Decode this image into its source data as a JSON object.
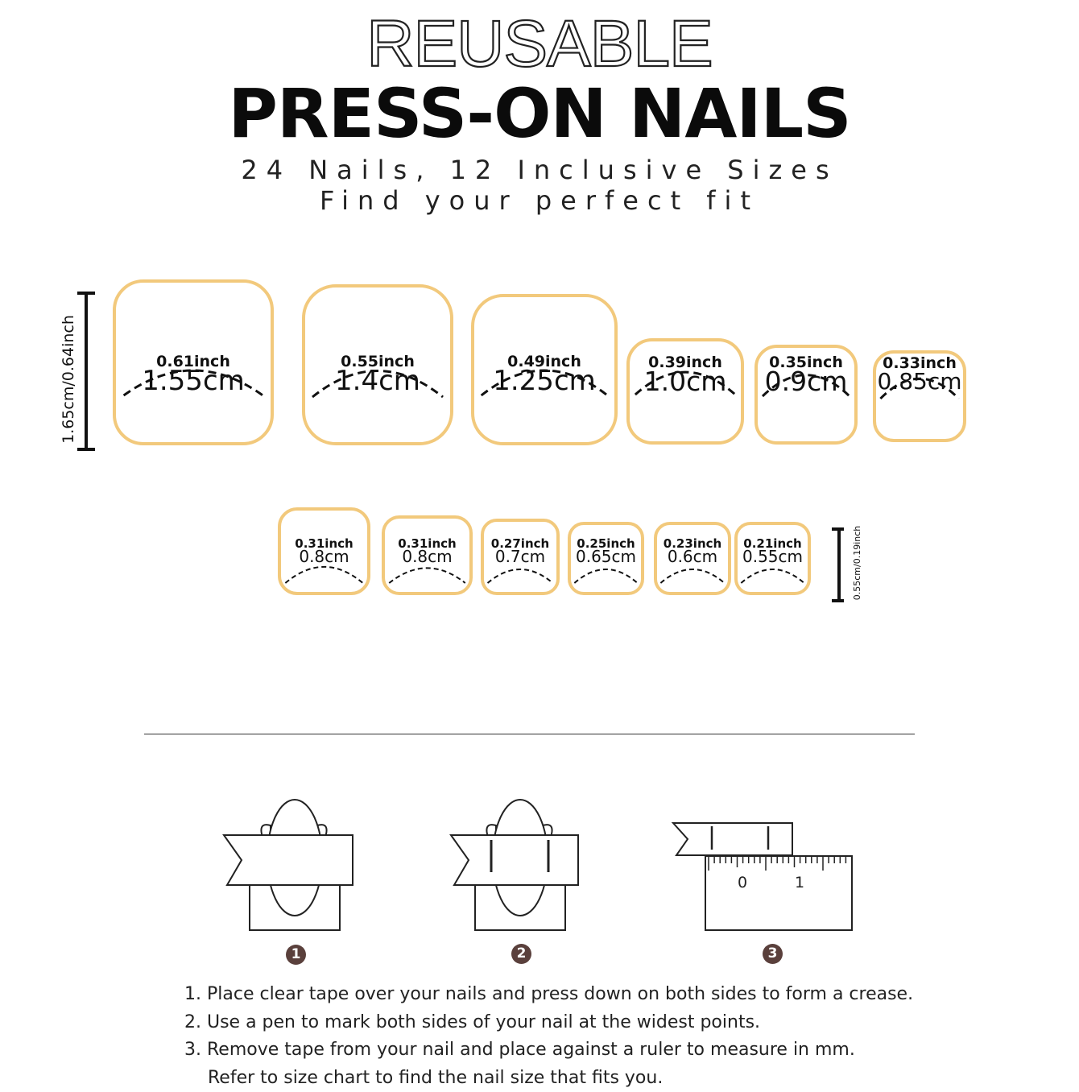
{
  "header": {
    "title_outline": "REUSABLE",
    "title_main": "PRESS-ON NAILS",
    "subtitle_line1": "24 Nails, 12 Inclusive Sizes",
    "subtitle_line2": "Find your perfect fit"
  },
  "size_chart": {
    "row1_height_label": "1.65cm/0.64inch",
    "row2_height_label": "0.55cm/0.19inch",
    "row1": [
      {
        "inch": "0.61inch",
        "cm": "1.55cm"
      },
      {
        "inch": "0.55inch",
        "cm": "1.4cm"
      },
      {
        "inch": "0.49inch",
        "cm": "1.25cm"
      },
      {
        "inch": "0.39inch",
        "cm": "1.0cm"
      },
      {
        "inch": "0.35inch",
        "cm": "0.9cm"
      },
      {
        "inch": "0.33inch",
        "cm": "0.85cm"
      }
    ],
    "row2": [
      {
        "inch": "0.31inch",
        "cm": "0.8cm"
      },
      {
        "inch": "0.31inch",
        "cm": "0.8cm"
      },
      {
        "inch": "0.27inch",
        "cm": "0.7cm"
      },
      {
        "inch": "0.25inch",
        "cm": "0.65cm"
      },
      {
        "inch": "0.23inch",
        "cm": "0.6cm"
      },
      {
        "inch": "0.21inch",
        "cm": "0.55cm"
      }
    ]
  },
  "illustration": {
    "badges": [
      "1",
      "2",
      "3"
    ],
    "ruler_labels": [
      "0",
      "1"
    ]
  },
  "colors": {
    "nail_outline": "#f2c97c",
    "badge": "#5a403c"
  },
  "instructions": [
    "1. Place clear tape over your nails and press down on both sides to form a crease.",
    "2. Use a pen to mark both sides of your nail at the widest points.",
    "3. Remove tape from your nail and place against a ruler to measure in mm.",
    "Refer to size chart to find the nail size that fits you."
  ]
}
